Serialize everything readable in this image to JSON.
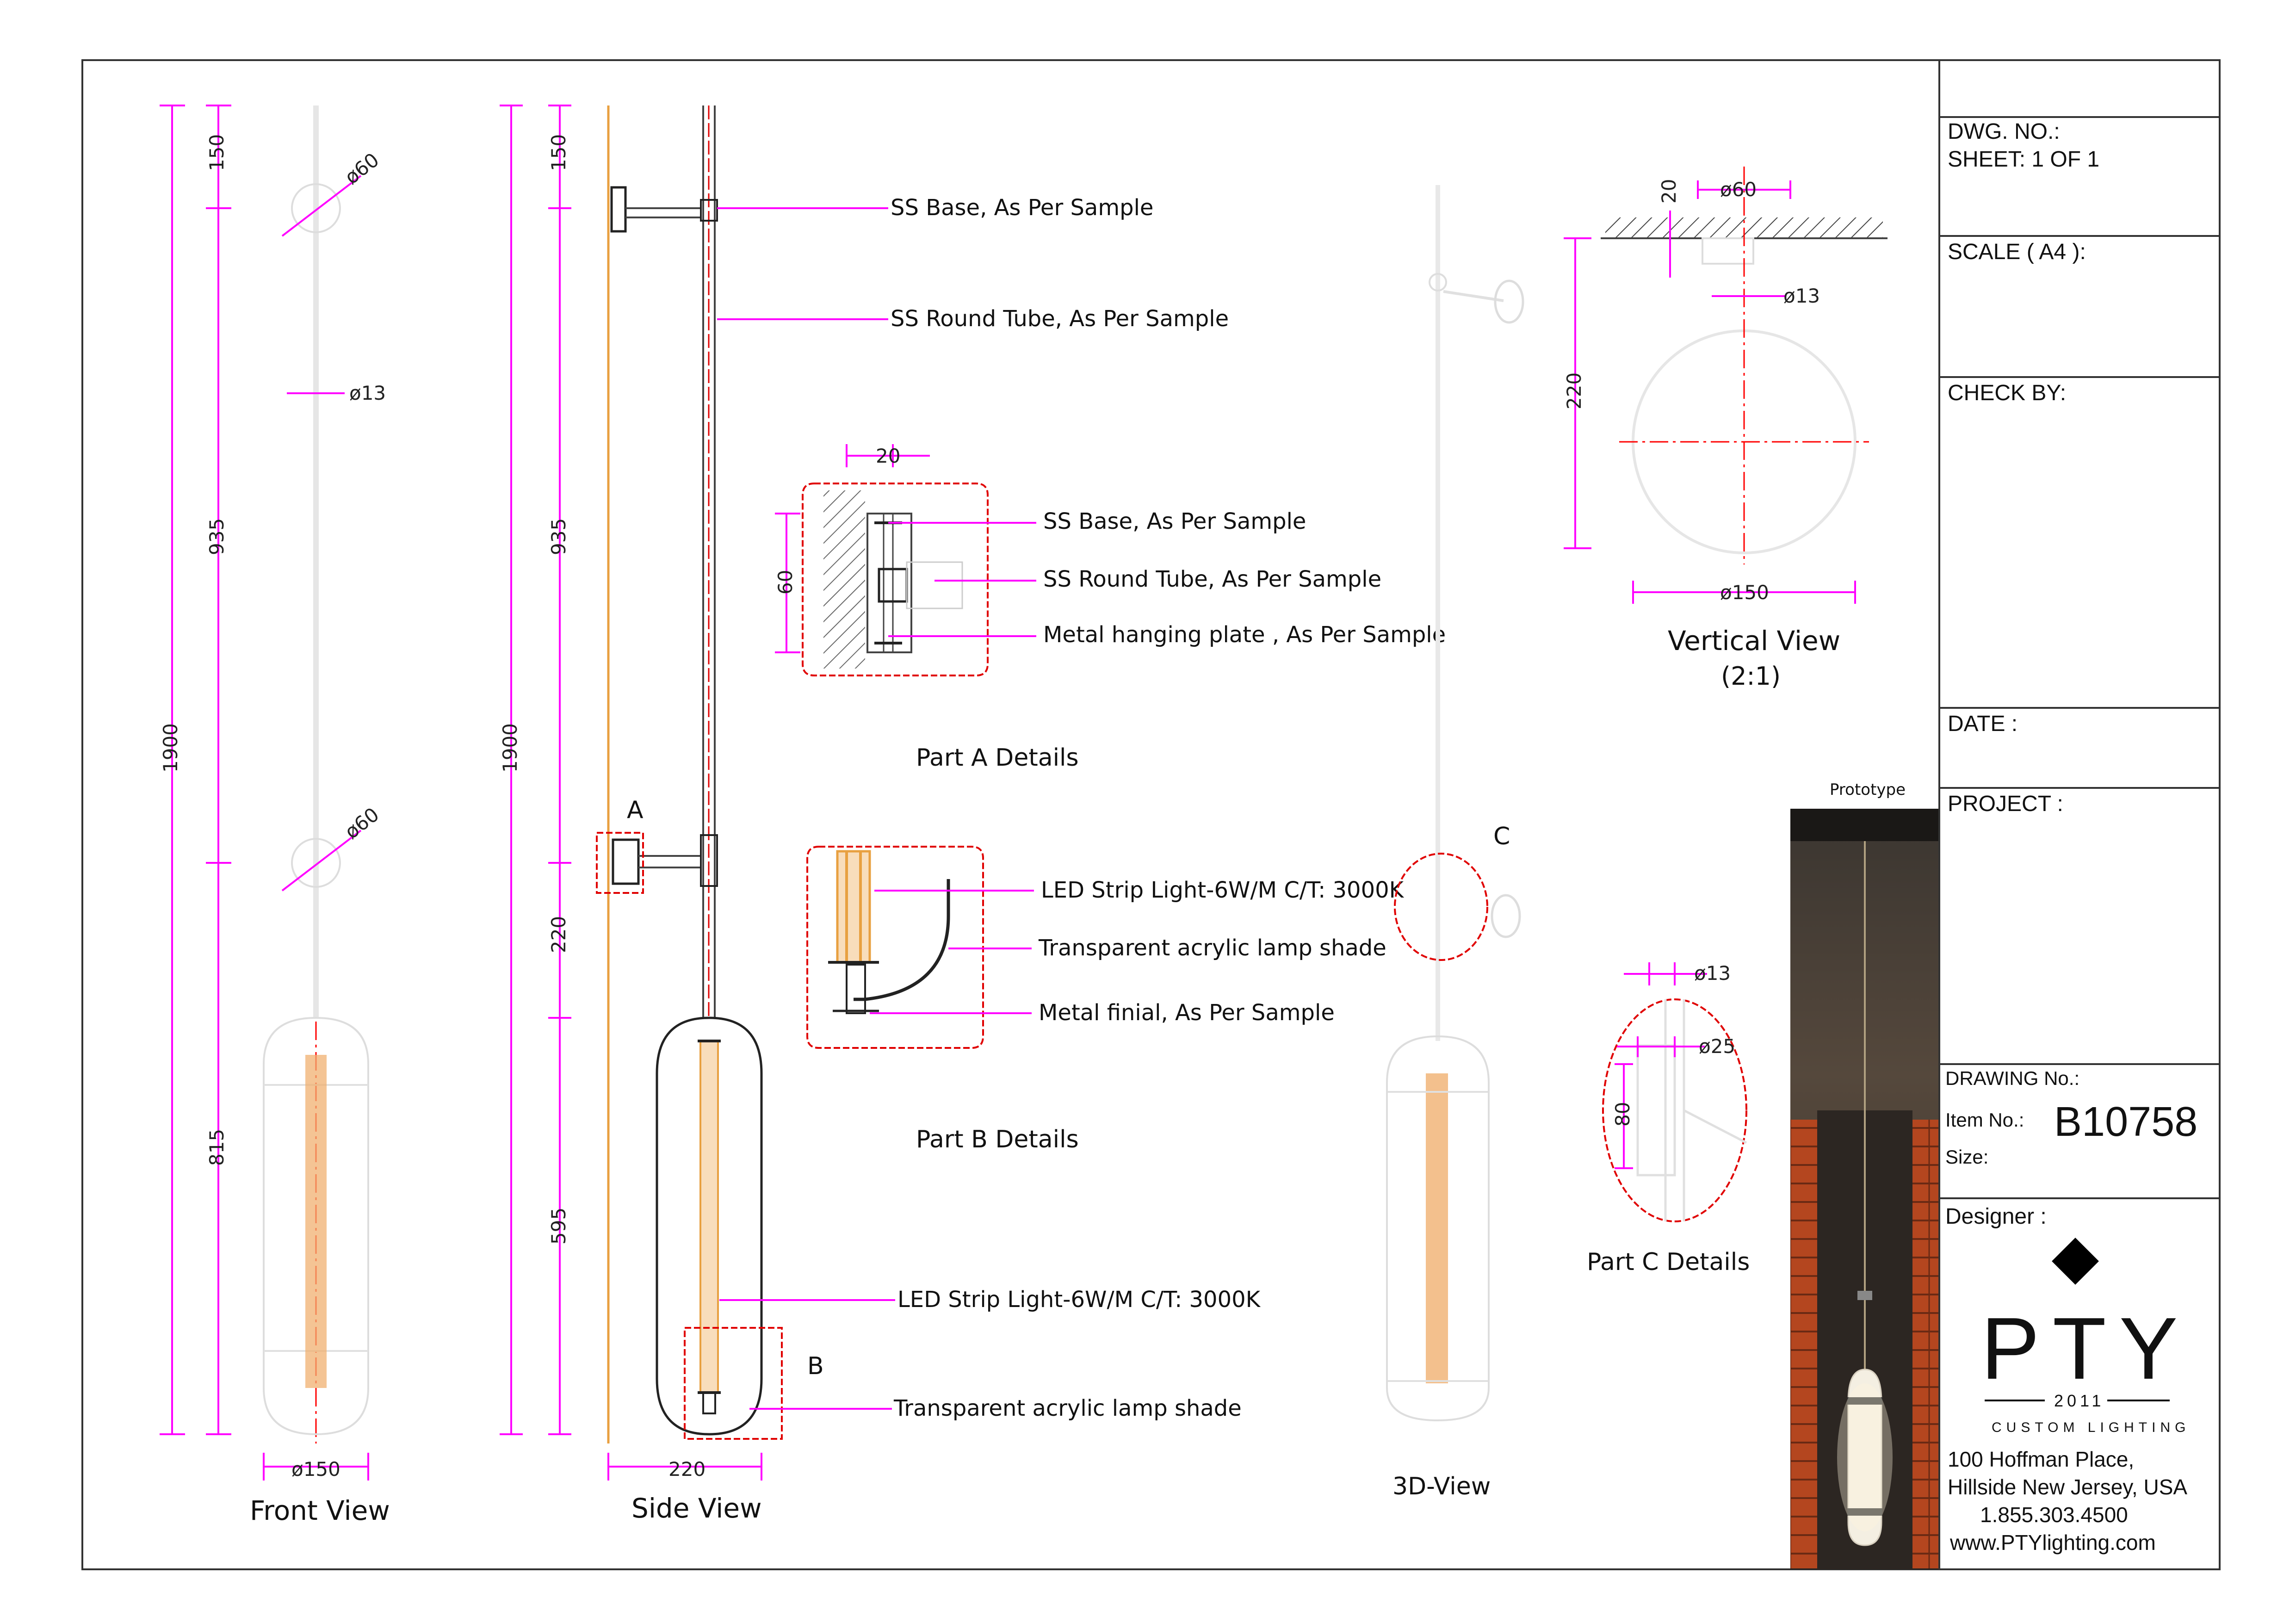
{
  "views": {
    "front": {
      "title": "Front View"
    },
    "side": {
      "title": "Side View",
      "part_a_marker": "A",
      "part_b_marker": "B"
    },
    "three_d": {
      "title": "3D-View",
      "part_c_marker": "C"
    },
    "vertical": {
      "title": "Vertical View",
      "scale": "(2:1)"
    }
  },
  "dimensions": {
    "front": {
      "total": "1900",
      "top": "150",
      "middle": "935",
      "lower": "815",
      "dia_top": "ø60",
      "dia_tube": "ø13",
      "dia_mid": "ø60",
      "width": "ø150"
    },
    "side": {
      "total": "1900",
      "top": "150",
      "middle": "935",
      "arm": "220",
      "lower": "595",
      "width": "220"
    },
    "vertical": {
      "offset": "20",
      "dia_base": "ø60",
      "dia_tube": "ø13",
      "depth": "220",
      "dia_shade": "ø150"
    },
    "part_a": {
      "width": "20",
      "height": "60"
    },
    "part_c": {
      "dia_tube": "ø13",
      "dia_holder": "ø25",
      "height": "80"
    }
  },
  "callouts": {
    "side": [
      "SS Base, As Per Sample",
      "SS Round Tube, As Per Sample",
      "LED Strip Light-6W/M C/T: 3000K",
      "Transparent acrylic lamp shade"
    ],
    "part_a": [
      "SS Base, As Per Sample",
      "SS Round Tube, As Per Sample",
      "Metal hanging plate , As Per Sample"
    ],
    "part_b": [
      "LED Strip Light-6W/M C/T: 3000K",
      "Transparent acrylic lamp shade",
      "Metal finial, As Per Sample"
    ]
  },
  "details": {
    "part_a": "Part A Details",
    "part_b": "Part B Details",
    "part_c": "Part C Details"
  },
  "prototype_label": "Prototype",
  "title_block": {
    "dwg_no": "DWG. NO.:",
    "sheet": "SHEET: 1 OF 1",
    "scale": "SCALE ( A4 ):",
    "check_by": "CHECK BY:",
    "date": "DATE :",
    "project": "PROJECT :",
    "drawing_no": "DRAWING No.:",
    "item_no_label": "Item No.:",
    "item_no": "B10758",
    "size": "Size:",
    "designer": "Designer :"
  },
  "company": {
    "logo_text": "PTY",
    "year": "2011",
    "tagline": "CUSTOM LIGHTING",
    "address1": "100 Hoffman Place,",
    "address2": "Hillside New Jersey, USA",
    "phone": "1.855.303.4500",
    "website": "www.PTYlighting.com"
  },
  "colors": {
    "dimension": "#ff00ff",
    "centerline": "#ff0000",
    "detail_cloud": "#e00000",
    "led": "#f0a040"
  }
}
